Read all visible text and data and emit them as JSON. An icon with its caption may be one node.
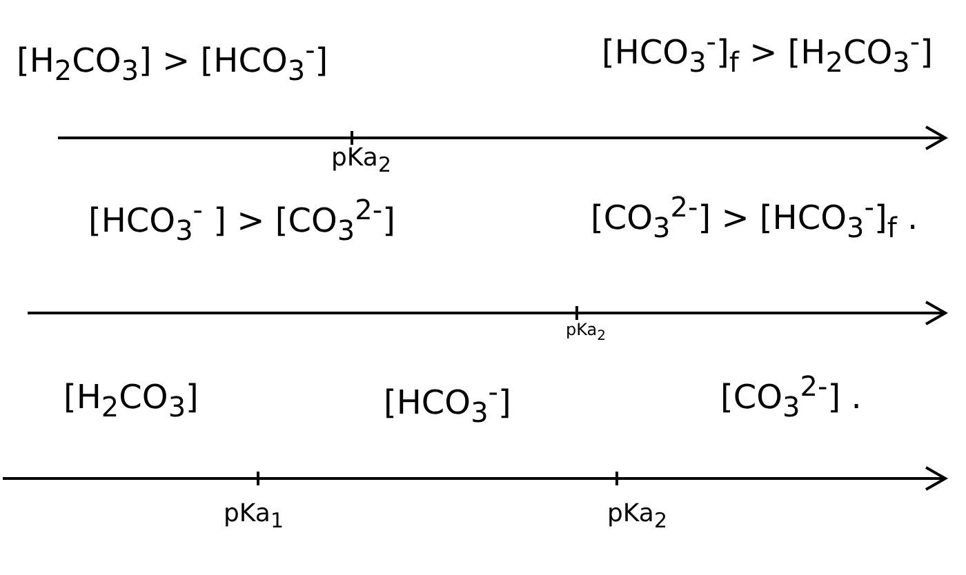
{
  "diagram": {
    "labels": [
      "[H$_{2}$CO$_{3}$] > [HCO$_{3}$$^{-}$]",
      "[HCO$_{3}$$^{-}$]$_{f}$ > [H$_{2}$CO$_{3}$$^{-}$]",
      "pKa$_{2}$",
      "[HCO$_{3}$$^{-}$ ] > [CO$_{3}$$^{2-}$]",
      "[CO$_{3}$$^{2-}$] > [HCO$_{3}$$^{-}$]$_{f}$ .",
      "pKa$_{2}$",
      "[H$_{2}$CO$_{3}$]",
      "[HCO$_{3}$$^{-}$]",
      "[CO$_{3}$$^{2-}$] .",
      "pKa$_{1}$",
      "pKa$_{2}$"
    ]
  }
}
